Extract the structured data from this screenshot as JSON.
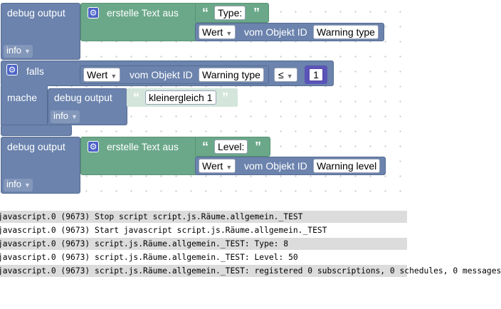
{
  "blocks": {
    "debug1": {
      "label": "debug output",
      "level": "info",
      "text_block": {
        "label": "erstelle Text aus",
        "string_value": "Type:",
        "getter": {
          "attr": "Wert",
          "mid": "vom Objekt ID",
          "object_id": "Warning type"
        }
      }
    },
    "if_block": {
      "if_label": "falls",
      "do_label": "mache",
      "compare": {
        "getter": {
          "attr": "Wert",
          "mid": "vom Objekt ID",
          "object_id": "Warning type"
        },
        "operator": "≤",
        "number": "1"
      },
      "inner_debug": {
        "label": "debug output",
        "string_value": "kleinergleich 1",
        "level": "info"
      }
    },
    "debug2": {
      "label": "debug output",
      "level": "info",
      "text_block": {
        "label": "erstelle Text aus",
        "string_value": "Level:",
        "getter": {
          "attr": "Wert",
          "mid": "vom Objekt ID",
          "object_id": "Warning level"
        }
      }
    }
  },
  "icons": {
    "gear": "gear-icon",
    "dropdown": "triangle-down-icon",
    "quote_open": "“",
    "quote_close": "”"
  },
  "console": {
    "lines": [
      "javascript.0 (9673) Stop script script.js.Räume.allgemein._TEST",
      "javascript.0 (9673) Start javascript script.js.Räume.allgemein._TEST",
      "javascript.0 (9673) script.js.Räume.allgemein._TEST: Type: 8",
      "javascript.0 (9673) script.js.Räume.allgemein._TEST: Level: 50",
      "javascript.0 (9673) script.js.Räume.allgemein._TEST: registered 0 subscriptions, 0 schedules, 0 messages"
    ]
  },
  "colors": {
    "debug_block": "#6b83ad",
    "text_block": "#6ba889",
    "number_block": "#5b54b8",
    "gear": "#4d63c7",
    "log_shade": "#dcdcdc"
  }
}
